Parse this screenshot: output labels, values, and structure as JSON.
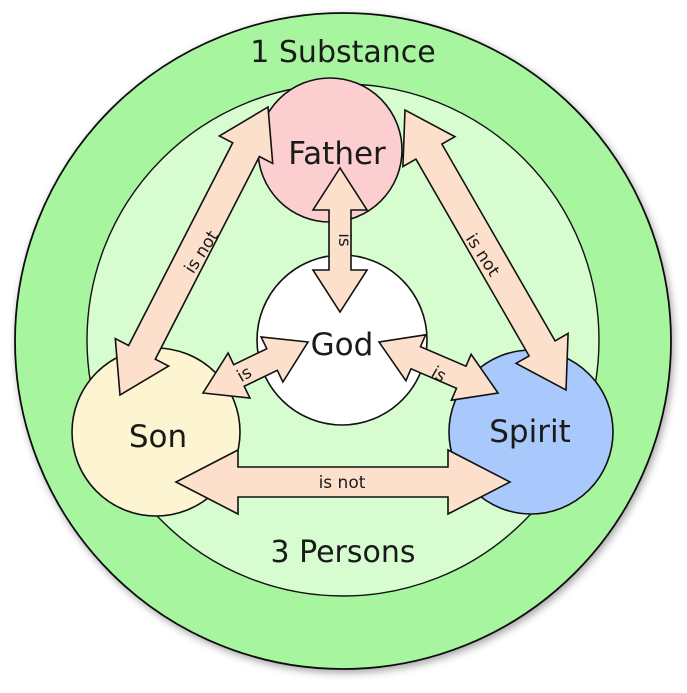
{
  "outer_label": "1 Substance",
  "inner_label": "3 Persons",
  "nodes": {
    "father": "Father",
    "god": "God",
    "son": "Son",
    "spirit": "Spirit"
  },
  "relations": {
    "father_god": "is",
    "son_god": "is",
    "spirit_god": "is",
    "father_son": "is not",
    "father_spirit": "is not",
    "son_spirit": "is not"
  },
  "colors": {
    "outer_circle": "#a8f5a0",
    "inner_circle": "#d6fcd0",
    "father": "#fbcfcf",
    "god": "#ffffff",
    "son": "#fdf4d2",
    "spirit": "#a9c8fb",
    "arrow_fill": "#fde0cb",
    "outline": "#111111"
  }
}
